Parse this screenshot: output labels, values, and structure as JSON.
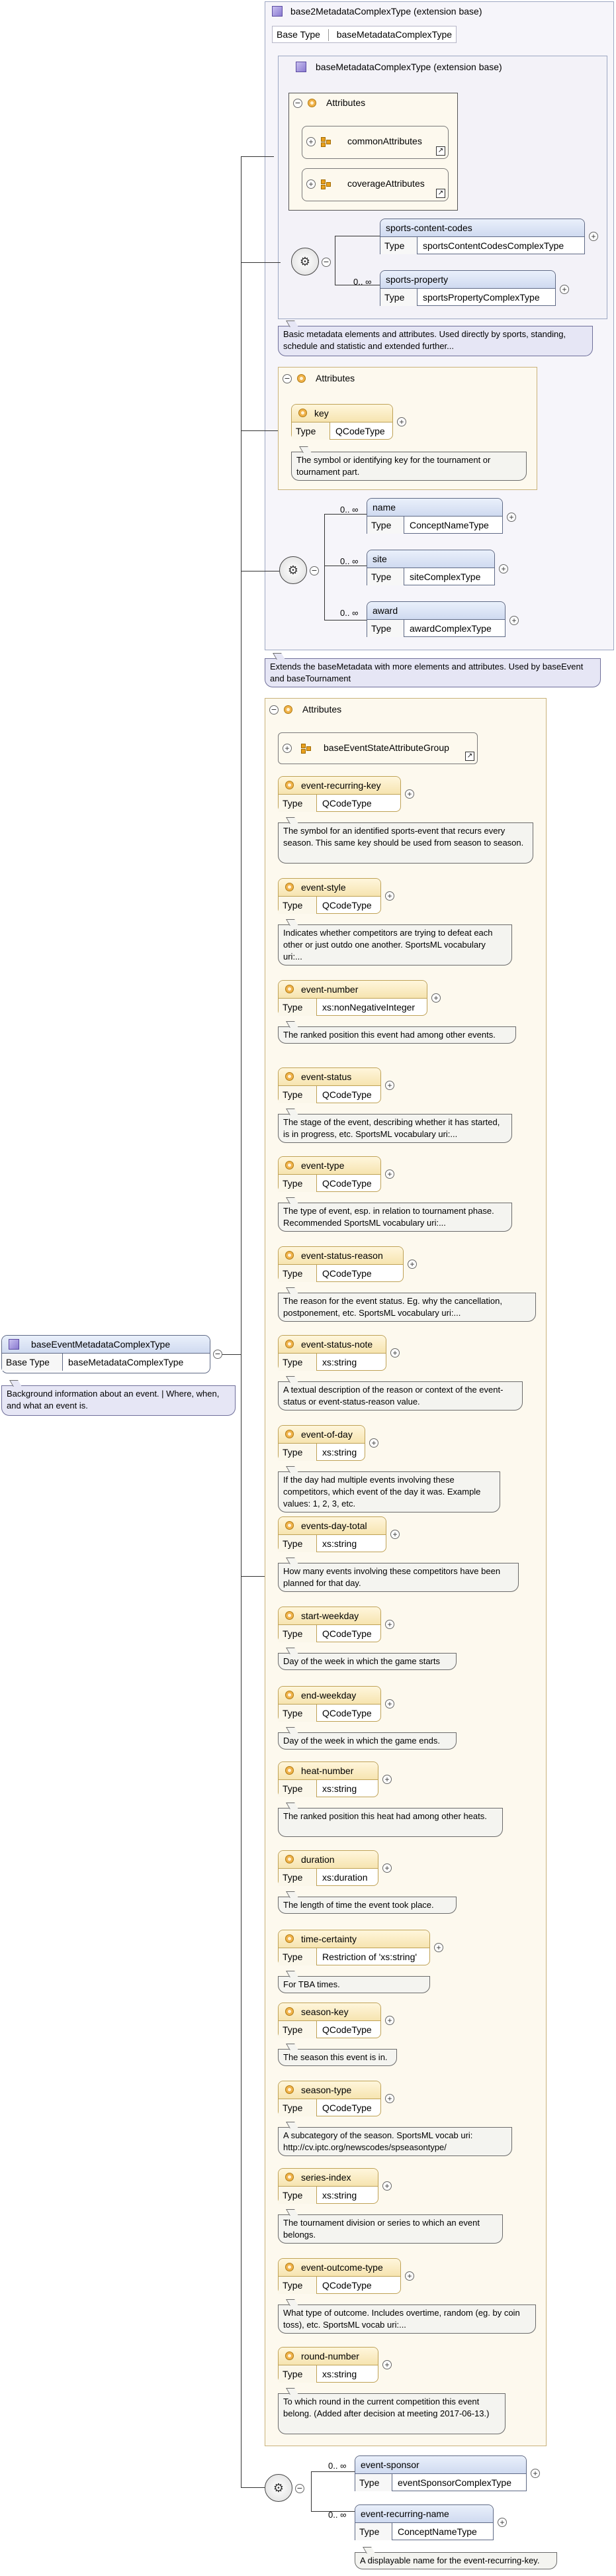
{
  "diagram": {
    "root": {
      "name": "baseEventMetadataComplexType",
      "type_key": "Base Type",
      "type_value": "baseMetadataComplexType",
      "doc": "Background information about an event. | Where, when, and what an event is."
    },
    "outer_frame": {
      "title": "base2MetadataComplexType (extension base)",
      "type_key": "Base Type",
      "type_value": "baseMetadataComplexType",
      "doc": "Extends the baseMetadata with more elements and attributes. Used by baseEvent and baseTournament"
    },
    "inner_frame": {
      "title": "baseMetadataComplexType (extension base)",
      "attributes_label": "Attributes",
      "attribute_groups": [
        "commonAttributes",
        "coverageAttributes"
      ],
      "elements": [
        {
          "name": "sports-content-codes",
          "type": "sportsContentCodesComplexType",
          "mult": ""
        },
        {
          "name": "sports-property",
          "type": "sportsPropertyComplexType",
          "mult": "0.. ∞"
        }
      ],
      "doc": "Basic metadata elements and attributes. Used directly by sports, standing, schedule and statistic and extended further..."
    },
    "base2_attributes": {
      "label": "Attributes",
      "attr": {
        "name": "key",
        "type": "QCodeType",
        "doc": "The symbol or identifying key for the tournament or tournament part."
      }
    },
    "base2_elements": [
      {
        "name": "name",
        "type": "ConceptNameType",
        "mult": "0.. ∞"
      },
      {
        "name": "site",
        "type": "siteComplexType",
        "mult": "0.. ∞"
      },
      {
        "name": "award",
        "type": "awardComplexType",
        "mult": "0.. ∞"
      }
    ],
    "event_attributes": {
      "label": "Attributes",
      "group": "baseEventStateAttributeGroup",
      "type_key": "Type",
      "items": [
        {
          "name": "event-recurring-key",
          "type": "QCodeType",
          "doc": "The symbol for an identified sports-event that recurs every season. This same key should be used from season to season."
        },
        {
          "name": "event-style",
          "type": "QCodeType",
          "doc": "Indicates whether competitors are trying to defeat each other or just outdo one another. SportsML vocabulary uri:..."
        },
        {
          "name": "event-number",
          "type": "xs:nonNegativeInteger",
          "doc": "The ranked position this event had among other events."
        },
        {
          "name": "event-status",
          "type": "QCodeType",
          "doc": "The stage of the event, describing whether it has started, is in progress, etc. SportsML vocabulary uri:..."
        },
        {
          "name": "event-type",
          "type": "QCodeType",
          "doc": "The type of event, esp. in relation to tournament phase. Recommended SportsML vocabulary uri:..."
        },
        {
          "name": "event-status-reason",
          "type": "QCodeType",
          "doc": "The reason for the event status. Eg. why the cancellation, postponement, etc. SportsML vocabulary uri:..."
        },
        {
          "name": "event-status-note",
          "type": "xs:string",
          "doc": "A textual description of the reason or context of the event-status or event-status-reason value."
        },
        {
          "name": "event-of-day",
          "type": "xs:string",
          "doc": "If the day had multiple events involving these competitors, which event of the day it was. Example values: 1, 2, 3, etc."
        },
        {
          "name": "events-day-total",
          "type": "xs:string",
          "doc": "How many events involving these competitors have been planned for that day."
        },
        {
          "name": "start-weekday",
          "type": "QCodeType",
          "doc": "Day of the week in which the game starts"
        },
        {
          "name": "end-weekday",
          "type": "QCodeType",
          "doc": "Day of the week in which the game ends."
        },
        {
          "name": "heat-number",
          "type": "xs:string",
          "doc": "The ranked position this heat had among other heats."
        },
        {
          "name": "duration",
          "type": "xs:duration",
          "doc": "The length of time the event took place."
        },
        {
          "name": "time-certainty",
          "type": "Restriction of 'xs:string'",
          "doc": "For TBA times."
        },
        {
          "name": "season-key",
          "type": "QCodeType",
          "doc": "The season this event is in."
        },
        {
          "name": "season-type",
          "type": "QCodeType",
          "doc": "A subcategory of the season. SportsML vocab uri: http://cv.iptc.org/newscodes/spseasontype/"
        },
        {
          "name": "series-index",
          "type": "xs:string",
          "doc": "The tournament division or series to which an event belongs."
        },
        {
          "name": "event-outcome-type",
          "type": "QCodeType",
          "doc": "What type of outcome. Includes overtime, random (eg. by coin toss), etc. SportsML vocab uri:..."
        },
        {
          "name": "round-number",
          "type": "xs:string",
          "doc": "To which round in the current competition this event belong. (Added after decision at meeting 2017-06-13.)"
        }
      ]
    },
    "event_elements": [
      {
        "name": "event-sponsor",
        "type": "eventSponsorComplexType",
        "mult": "0.. ∞"
      },
      {
        "name": "event-recurring-name",
        "type": "ConceptNameType",
        "mult": "0.. ∞",
        "doc": "A displayable name for the event-recurring-key."
      }
    ],
    "colors": {
      "element_header": "#cfdaf0",
      "attribute_header": "#f6e4b0",
      "frame": "#f6f5fa",
      "doc": "#f4f4f0"
    }
  }
}
